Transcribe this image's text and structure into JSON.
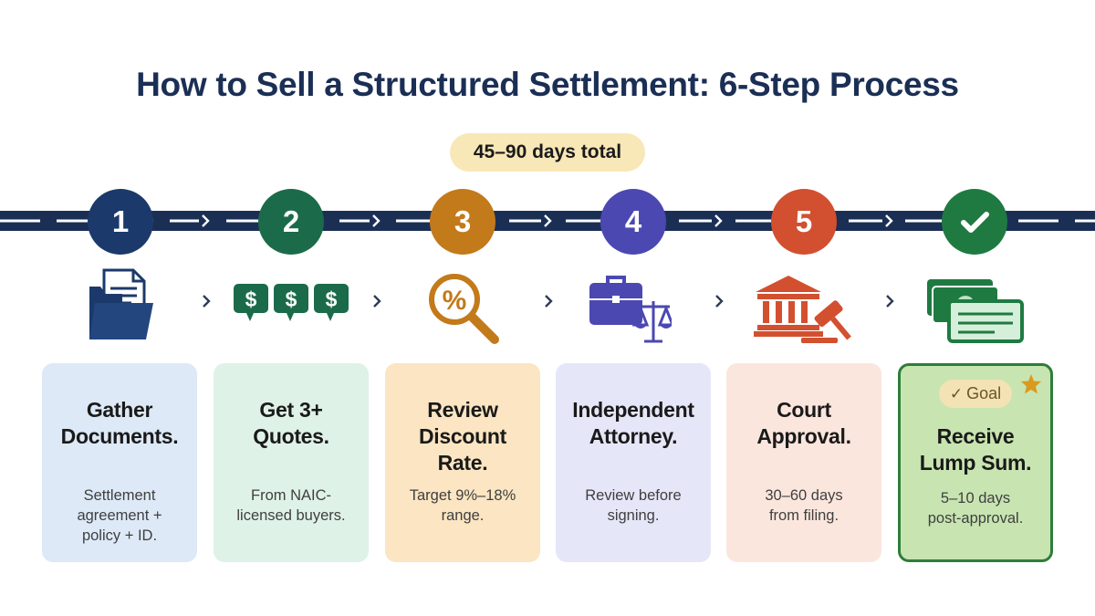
{
  "title": "How to Sell a Structured Settlement: 6-Step Process",
  "duration": "45–90 days total",
  "steps": [
    {
      "number": "1",
      "title_line1": "Gather",
      "title_line2": "Documents.",
      "desc_line1": "Settlement",
      "desc_line2": "agreement +",
      "desc_line3": "policy + ID.",
      "icon": "folder-documents-icon",
      "color": "#1b3a6b"
    },
    {
      "number": "2",
      "title_line1": "Get 3+",
      "title_line2": "Quotes.",
      "desc_line1": "From NAIC-",
      "desc_line2": "licensed buyers.",
      "icon": "dollar-quotes-icon",
      "color": "#1b6b4a"
    },
    {
      "number": "3",
      "title_line1": "Review",
      "title_line2": "Discount",
      "title_line3": "Rate.",
      "desc_line1": "Target 9%–18%",
      "desc_line2": "range.",
      "icon": "percent-magnifier-icon",
      "color": "#c27a1a"
    },
    {
      "number": "4",
      "title_line1": "Independent",
      "title_line2": "Attorney.",
      "desc_line1": "Review before",
      "desc_line2": "signing.",
      "icon": "briefcase-scales-icon",
      "color": "#4b48b2"
    },
    {
      "number": "5",
      "title_line1": "Court",
      "title_line2": "Approval.",
      "desc_line1": "30–60 days",
      "desc_line2": "from filing.",
      "icon": "courthouse-gavel-icon",
      "color": "#d2502f"
    },
    {
      "number": "",
      "badge": "Goal",
      "title_line1": "Receive",
      "title_line2": "Lump Sum.",
      "desc_line1": "5–10 days",
      "desc_line2": "post-approval.",
      "icon": "cash-check-icon",
      "color": "#1f7a42"
    }
  ]
}
